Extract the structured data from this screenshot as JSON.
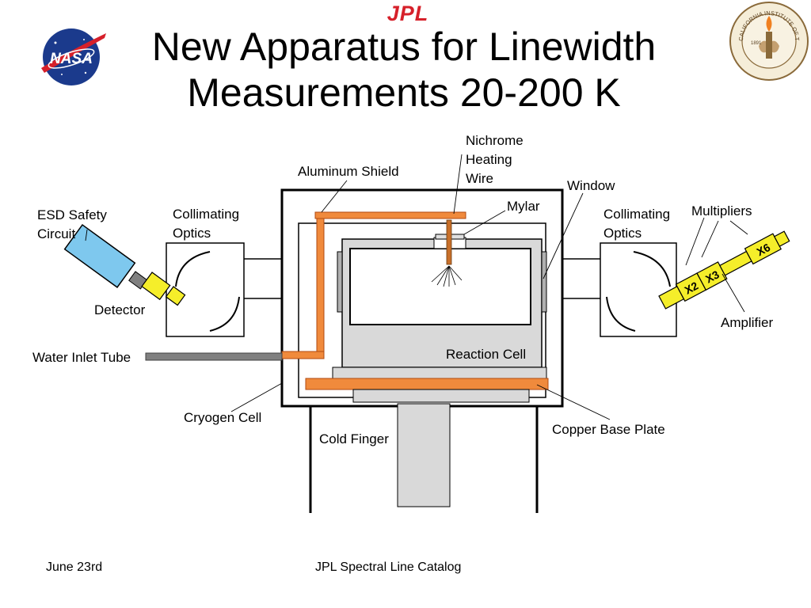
{
  "header": {
    "jpl_logo_text": "JPL",
    "title_line1": "New Apparatus for Linewidth",
    "title_line2": "Measurements 20-200 K",
    "nasa_logo_text": "NASA",
    "caltech_seal_text": "CALIFORNIA INSTITUTE OF TECHNOLOGY",
    "caltech_seal_year": "1891"
  },
  "diagram": {
    "labels": {
      "nichrome_1": "Nichrome",
      "nichrome_2": "Heating",
      "nichrome_3": "Wire",
      "aluminum_shield": "Aluminum Shield",
      "window": "Window",
      "mylar": "Mylar",
      "esd_1": "ESD Safety",
      "esd_2": "Circuit",
      "collimating_left_1": "Collimating",
      "collimating_left_2": "Optics",
      "collimating_right_1": "Collimating",
      "collimating_right_2": "Optics",
      "multipliers": "Multipliers",
      "detector": "Detector",
      "amplifier": "Amplifier",
      "water_inlet": "Water Inlet Tube",
      "reaction_cell": "Reaction Cell",
      "cryogen_cell": "Cryogen Cell",
      "copper_base_plate": "Copper Base Plate",
      "cold_finger": "Cold Finger",
      "x2": "X2",
      "x3": "X3",
      "x6": "X6"
    },
    "colors": {
      "copper": "#f08a3c",
      "copper_outline": "#b04a10",
      "detector_blue": "#7ec8ee",
      "multiplier_yellow": "#f5ee2a",
      "gray_fill": "#d9d9d9",
      "tube_gray": "#808080"
    }
  },
  "footer": {
    "date": "June 23rd",
    "center": "JPL Spectral Line Catalog"
  }
}
